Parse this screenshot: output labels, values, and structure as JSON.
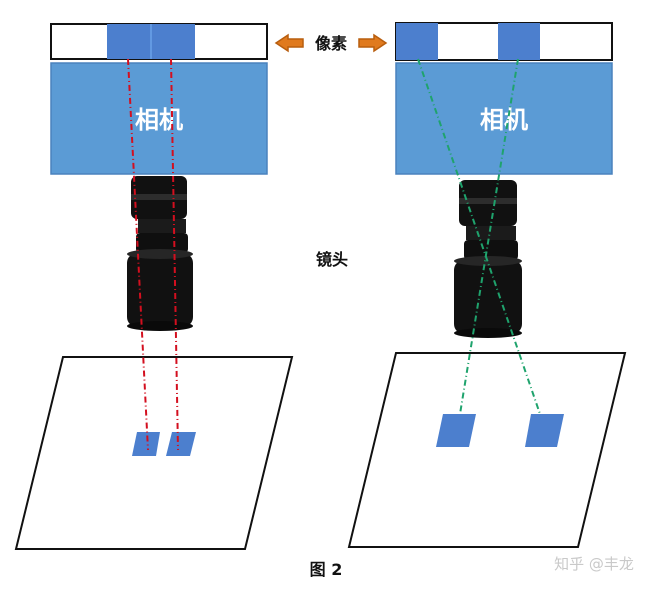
{
  "labels": {
    "pixel": "像素",
    "camera_left": "相机",
    "camera_right": "相机",
    "lens": "镜头",
    "figure": "图 2",
    "watermark": "知乎 @丰龙"
  },
  "colors": {
    "sensor_fill": "#4c7fce",
    "camera_fill": "#5b9bd5",
    "camera_stroke": "#4a82bd",
    "lens_dark": "#111111",
    "lens_edge": "#262626",
    "red_ray": "#d30f1f",
    "green_ray": "#1fa36d",
    "arrow_fill": "#e07a1e",
    "arrow_stroke": "#b85e0f",
    "line_black": "#111111",
    "text_white": "#ffffff",
    "text_black": "#111111"
  },
  "icons": {
    "left_arrow": "left-arrow-icon",
    "right_arrow": "right-arrow-icon"
  }
}
